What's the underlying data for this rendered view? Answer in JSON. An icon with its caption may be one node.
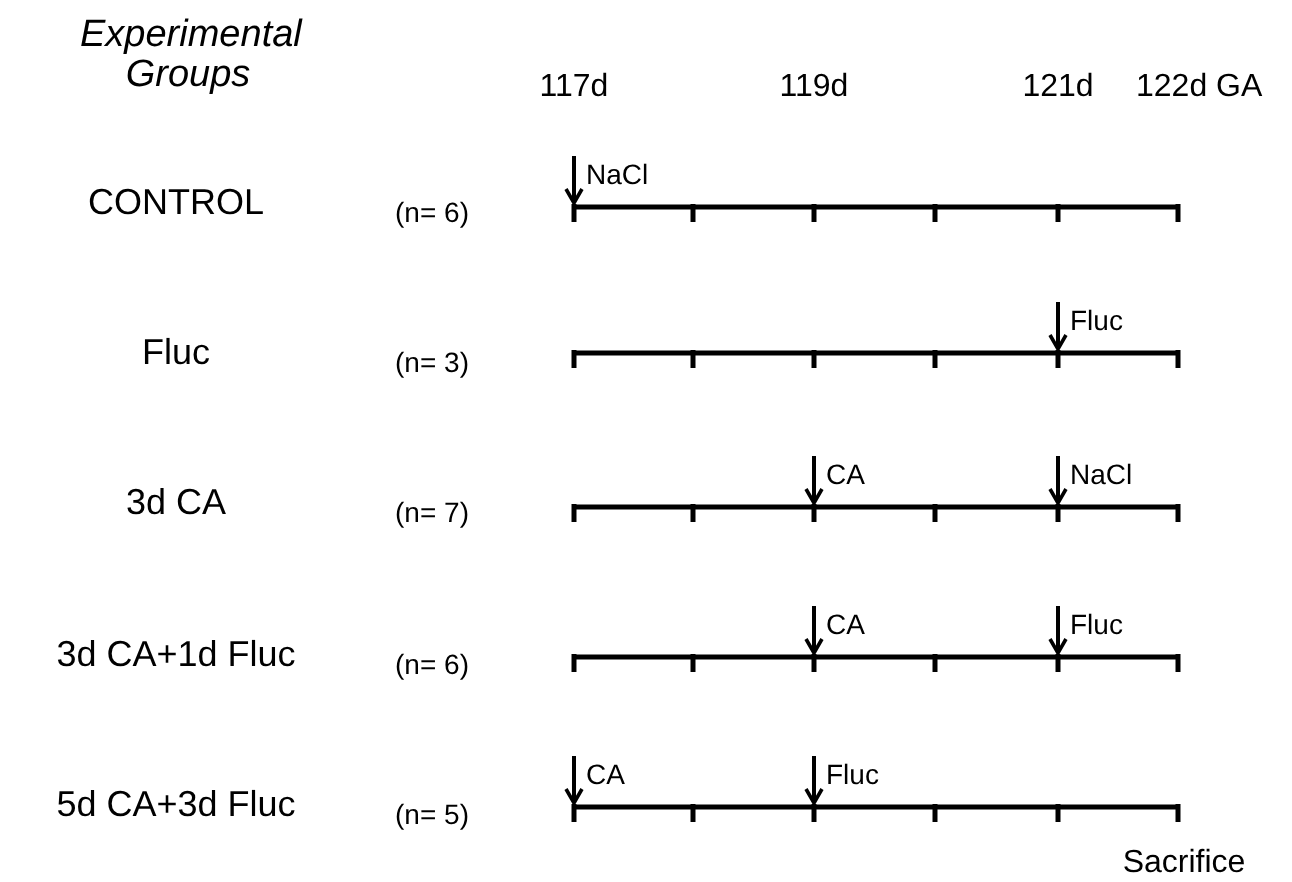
{
  "diagram": {
    "title": "Experimental Groups",
    "nodes": [
      {
        "text": [
          "NaCl"
        ]
      },
      {
        "text": [],
        "shape": "bar"
      },
      {
        "text": [
          "Fluc"
        ]
      },
      {
        "text": [],
        "shape": "bar"
      },
      {
        "text": [
          "CA"
        ]
      },
      {
        "text": [
          "NaCl"
        ]
      },
      {
        "text": [],
        "shape": "bar"
      },
      {
        "text": [
          "CA"
        ]
      },
      {
        "text": [
          "Fluc"
        ]
      },
      {
        "text": [],
        "shape": "bar"
      },
      {
        "text": [
          "CA"
        ]
      },
      {
        "text": [
          "Fluc"
        ]
      },
      {
        "text": [],
        "shape": "bar"
      }
    ],
    "edges": [
      {
        "from": 0,
        "to": 1,
        "arrow": "to"
      },
      {
        "from": 2,
        "to": 3,
        "arrow": "to"
      },
      {
        "from": 4,
        "to": 6,
        "arrow": "to"
      },
      {
        "from": 5,
        "to": 6,
        "arrow": "to"
      },
      {
        "from": 7,
        "to": 9,
        "arrow": "to"
      },
      {
        "from": 8,
        "to": 9,
        "arrow": "to"
      },
      {
        "from": 10,
        "to": 12,
        "arrow": "to"
      },
      {
        "from": 11,
        "to": 12,
        "arrow": "to"
      }
    ],
    "labels": [
      "117d",
      "119d",
      "121d",
      "122d GA",
      "CONTROL",
      "(n= 6)",
      "Fluc",
      "(n= 3)",
      "3d CA",
      "(n= 7)",
      "3d CA+1d Fluc",
      "(n= 6)",
      "5d CA+3d Fluc",
      "(n= 5)",
      "Sacrifice"
    ]
  }
}
